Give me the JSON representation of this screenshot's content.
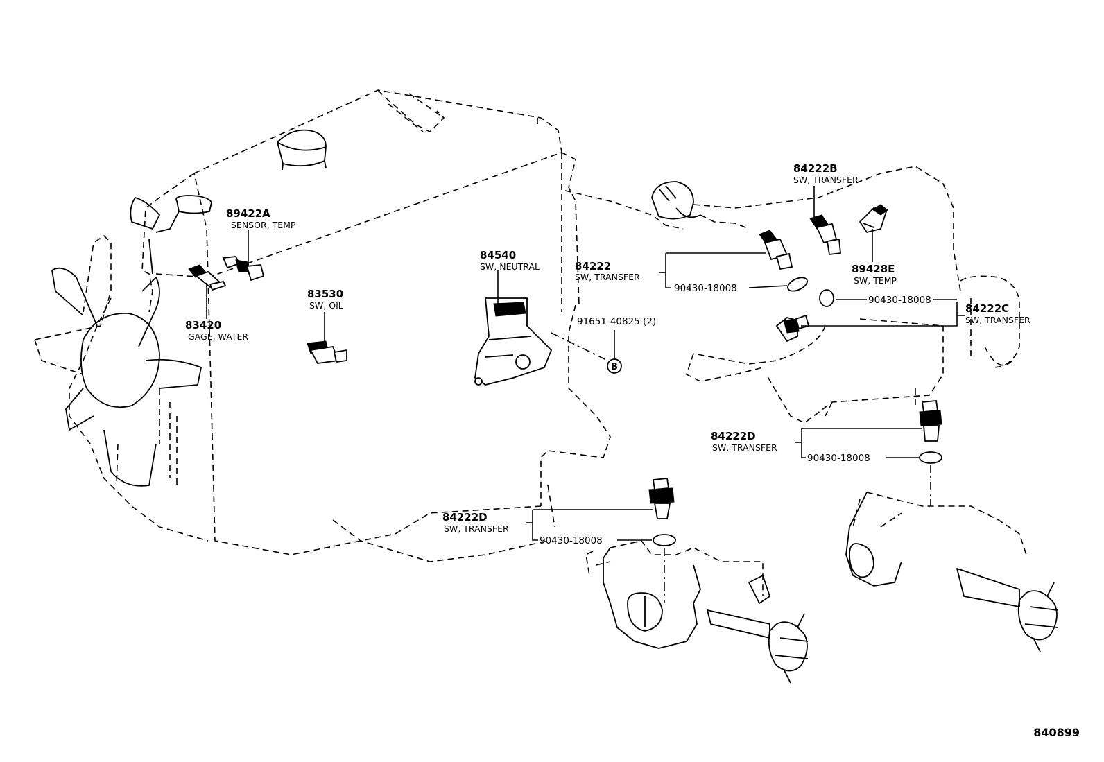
{
  "callouts": [
    {
      "id": "89422A",
      "part_no": "89422A",
      "desc": "SENSOR, TEMP"
    },
    {
      "id": "83420",
      "part_no": "83420",
      "desc": "GAGE, WATER"
    },
    {
      "id": "83530",
      "part_no": "83530",
      "desc": "SW, OIL"
    },
    {
      "id": "84540",
      "part_no": "84540",
      "desc": "SW, NEUTRAL"
    },
    {
      "id": "84222",
      "part_no": "84222",
      "desc": "SW, TRANSFER"
    },
    {
      "id": "90430-a",
      "part_no": "90430-18008",
      "desc": ""
    },
    {
      "id": "91651",
      "part_no": "91651-40825 (2)",
      "desc": ""
    },
    {
      "id": "84222B",
      "part_no": "84222B",
      "desc": "SW, TRANSFER"
    },
    {
      "id": "89428E",
      "part_no": "89428E",
      "desc": "SW, TEMP"
    },
    {
      "id": "90430-b",
      "part_no": "90430-18008",
      "desc": ""
    },
    {
      "id": "84222C",
      "part_no": "84222C",
      "desc": "SW, TRANSFER"
    },
    {
      "id": "84222D-a",
      "part_no": "84222D",
      "desc": "SW, TRANSFER"
    },
    {
      "id": "90430-c",
      "part_no": "90430-18008",
      "desc": ""
    },
    {
      "id": "84222D-b",
      "part_no": "84222D",
      "desc": "SW, TRANSFER"
    },
    {
      "id": "90430-d",
      "part_no": "90430-18008",
      "desc": ""
    }
  ],
  "bolt_marker": "B",
  "figure_number": "840899"
}
